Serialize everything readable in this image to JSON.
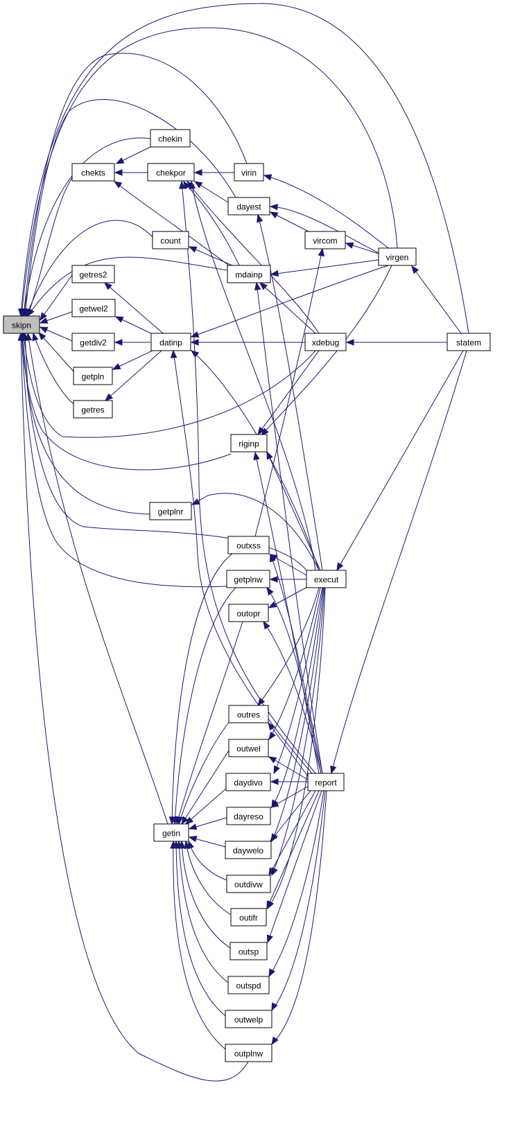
{
  "colors": {
    "edge": "#191970",
    "node_border": "#000000",
    "root_fill": "#bfbfbf",
    "node_fill": "#ffffff"
  },
  "nodes": {
    "skipn": "skipn",
    "chekin": "chekin",
    "chekts": "chekts",
    "chekpor": "chekpor",
    "virin": "virin",
    "dayest": "dayest",
    "count": "count",
    "vircom": "vircom",
    "virgen": "virgen",
    "getres2": "getres2",
    "mdainp": "mdainp",
    "getwel2": "getwel2",
    "getdiv2": "getdiv2",
    "datinp": "datinp",
    "xdebug": "xdebug",
    "statem": "statem",
    "getpln": "getpln",
    "getres": "getres",
    "riginp": "riginp",
    "getplnr": "getplnr",
    "outxss": "outxss",
    "getplnw": "getplnw",
    "execut": "execut",
    "outopr": "outopr",
    "outres": "outres",
    "outwel": "outwel",
    "daydivo": "daydivo",
    "report": "report",
    "getin": "getin",
    "dayreso": "dayreso",
    "daywelo": "daywelo",
    "outdivw": "outdivw",
    "outifr": "outifr",
    "outsp": "outsp",
    "outspd": "outspd",
    "outwelp": "outwelp",
    "outplnw": "outplnw"
  }
}
